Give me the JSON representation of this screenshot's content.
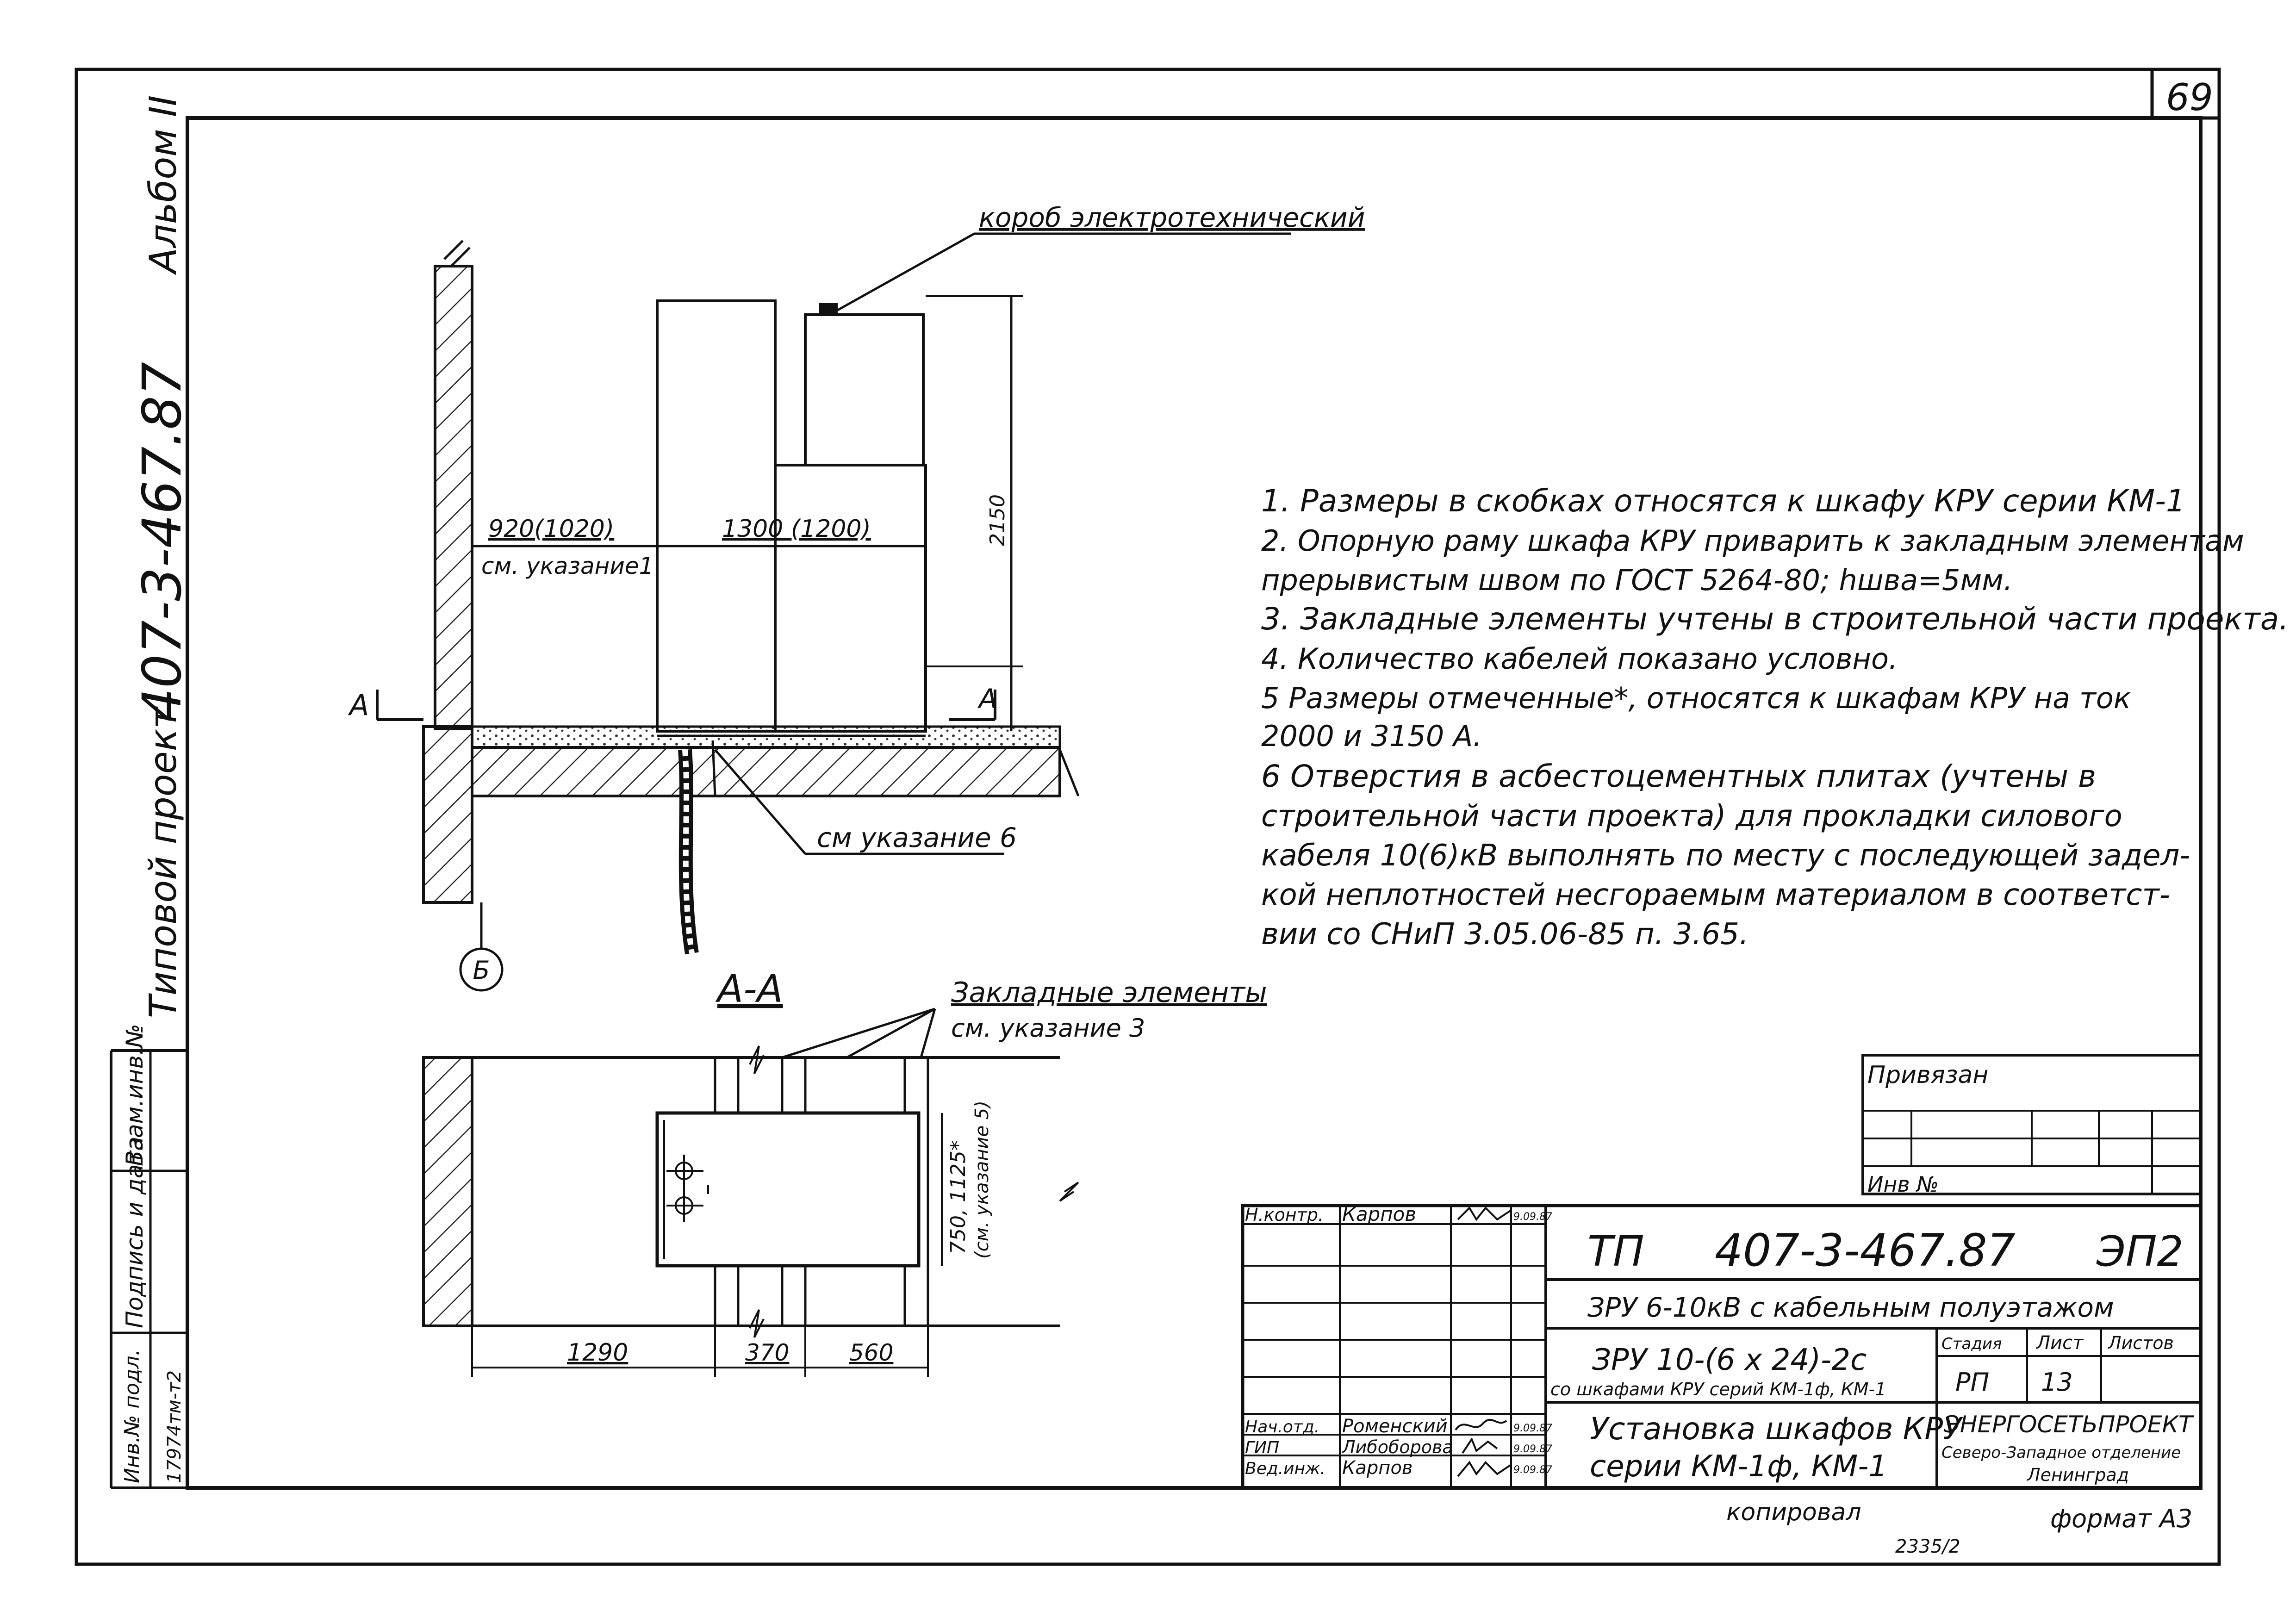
{
  "sheet_number": "69",
  "side_stamp": {
    "album": "Альбом II",
    "project_code": "407-3-467.87",
    "project_type": "Типовой проект"
  },
  "left_strip": {
    "col1_header": "Взам.инв.№",
    "col2_header": "Подпись и дата",
    "col3_header": "Инв.№ подл.",
    "inv_value": "17974тм-т2"
  },
  "elevation": {
    "box_label": "короб электротехнический",
    "dim_920": "920(1020)",
    "note_ref_1": "см. указание1",
    "dim_1300": "1300 (1200)",
    "dim_2150": "2150",
    "section_mark_left": "А",
    "section_mark_right": "А",
    "note_ref_6": "см указание 6",
    "axis_label": "Б"
  },
  "section": {
    "title": "А-А",
    "embedded_label": "Закладные элементы",
    "embedded_ref": "см. указание 3",
    "dim_vertical": "750, 1125*",
    "dim_vertical_ref": "(см. указание 5)",
    "dim_1290": "1290",
    "dim_370": "370",
    "dim_560": "560"
  },
  "notes": [
    "1. Размеры в скобках относятся к шкафу КРУ серии КМ-1",
    "2. Опорную раму шкафа КРУ приварить к закладным элементам",
    "    прерывистым швом по ГОСТ 5264-80; hшва=5мм.",
    "3. Закладные элементы учтены в строительной части проекта.",
    "4. Количество кабелей показано условно.",
    "5 Размеры отмеченные*, относятся к шкафам КРУ на ток",
    "    2000 и 3150 А.",
    "6 Отверстия в асбестоцементных плитах (учтены в",
    "    строительной части проекта) для прокладки силового",
    "    кабеля 10(6)кВ выполнять по месту с последующей задел-",
    "    кой неплотностей несгораемым материалом в соответст-",
    "    вии со СНиП 3.05.06-85 п. 3.65."
  ],
  "title_block": {
    "privyazan": "Привязан",
    "inv_no": "Инв №",
    "n_kontr_role": "Н.контр.",
    "n_kontr_name": "Карпов",
    "n_kontr_date": "9.09.87",
    "nach_otd_role": "Нач.отд.",
    "nach_otd_name": "Роменский",
    "nach_otd_date": "9.09.87",
    "gip_role": "ГИП",
    "gip_name": "Либоборова",
    "gip_date": "9.09.87",
    "ved_inzh_role": "Вед.инж.",
    "ved_inzh_name": "Карпов",
    "ved_inzh_date": "9.09.87",
    "designation_prefix": "ТП",
    "designation": "407-3-467.87",
    "designation_suffix": "ЭП2",
    "object_name": "ЗРУ 6-10кВ с кабельным полуэтажом",
    "sub_title_1": "ЗРУ 10-(6 х 24)-2с",
    "sub_title_2": "со шкафами КРУ серий КМ-1ф, КМ-1",
    "stage_header": "Стадия",
    "sheet_header": "Лист",
    "sheets_header": "Листов",
    "stage_value": "РП",
    "sheet_value": "13",
    "doc_title_1": "Установка шкафов КРУ",
    "doc_title_2": "серии КМ-1ф, КМ-1",
    "org_1": "ЭНЕРГОСЕТЬПРОЕКТ",
    "org_2": "Северо-Западное отделение",
    "org_3": "Ленинград"
  },
  "footer": {
    "copied": "копировал",
    "format": "формат А3",
    "code": "2335/2"
  }
}
